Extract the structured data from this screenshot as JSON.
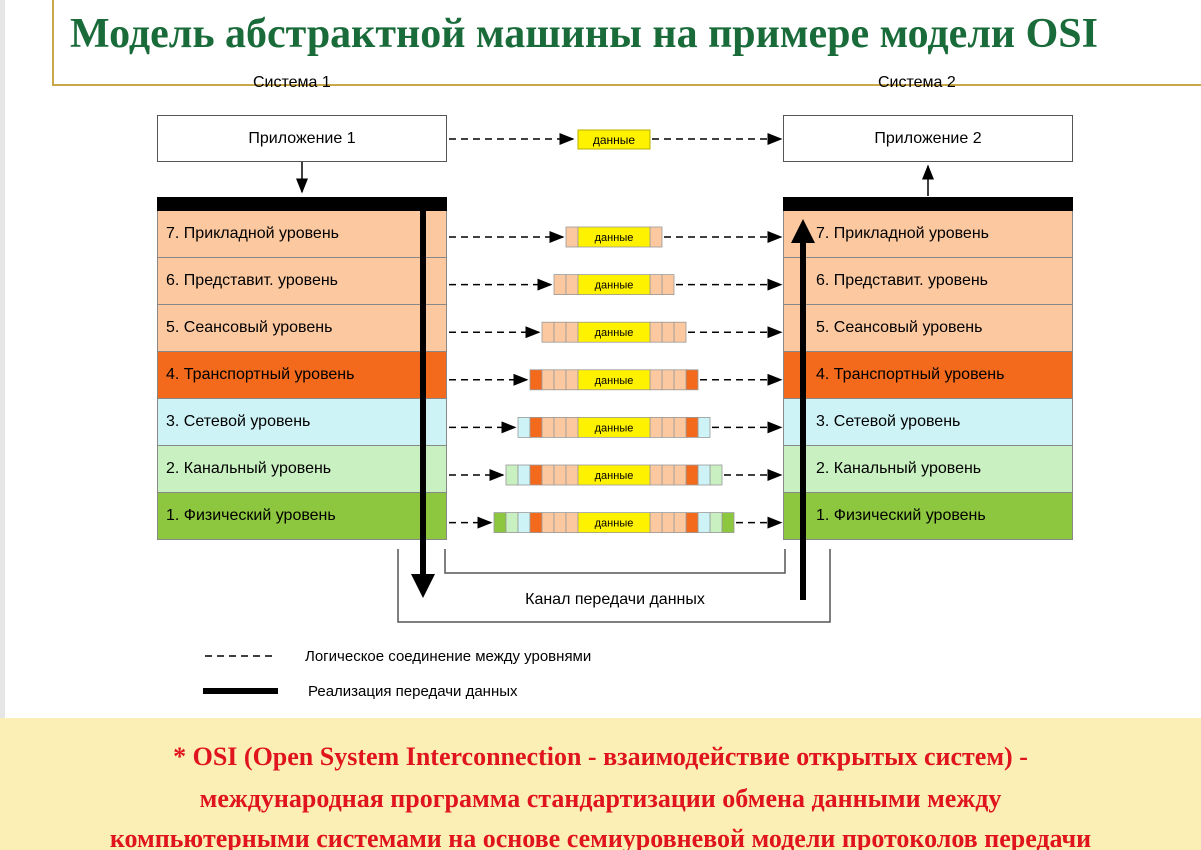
{
  "title": "Модель абстрактной машины на примере модели OSI",
  "systems": {
    "left_label": "Система 1",
    "right_label": "Система 2"
  },
  "apps": {
    "left": "Приложение 1",
    "right": "Приложение 2"
  },
  "packet_label": "данные",
  "layers_left": [
    "7. Прикладной уровень",
    "6. Представит. уровень",
    "5. Сеансовый уровень",
    "4. Транспортный уровень",
    "3. Сетевой уровень",
    "2. Канальный уровень",
    "1. Физический уровень"
  ],
  "layers_right": [
    "7. Прикладной уровень",
    "6. Представит. уровень",
    "5. Сеансовый уровень",
    "4. Транспортный уровень",
    "3. Сетевой уровень",
    "2. Канальный уровень",
    "1. Физический уровень"
  ],
  "layer_colors": [
    "#fcc8a0",
    "#fcc8a0",
    "#fcc8a0",
    "#f36a1c",
    "#cdf3f7",
    "#c9f0c0",
    "#8dc63f"
  ],
  "channel_label": "Канал передачи данных",
  "legend": {
    "dashed": "Логическое соединение между уровнями",
    "solid": "Реализация передачи данных"
  },
  "footer": {
    "line1": "* OSI (Open System Interconnection - взаимодействие открытых систем) -",
    "line2": "международная программа стандартизации обмена данными между",
    "line3": "компьютерными системами на основе семиуровневой модели протоколов передачи"
  }
}
